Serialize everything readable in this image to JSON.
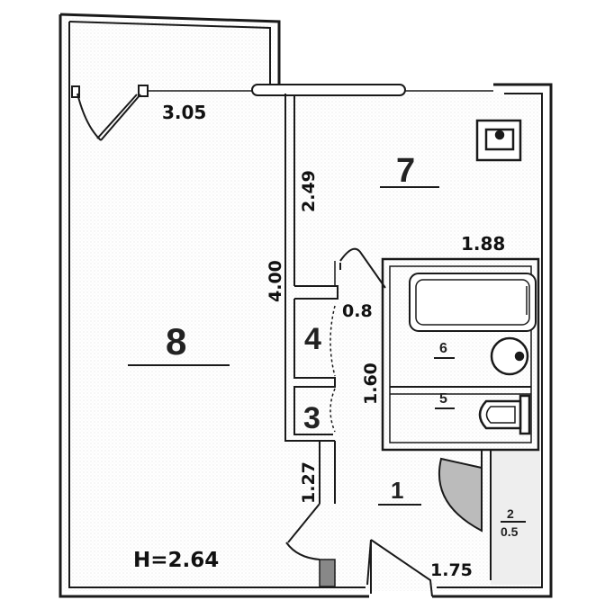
{
  "plan": {
    "rooms": {
      "r1": "1",
      "r2": "2",
      "r2_area": "0.5",
      "r3": "3",
      "r4": "4",
      "r5": "5",
      "r6": "6",
      "r7": "7",
      "r8": "8"
    },
    "dimensions": {
      "top_left": "3.05",
      "top_right": "1.88",
      "vert_249": "2.49",
      "vert_400": "4.00",
      "small_08": "0.8",
      "vert_160": "1.60",
      "vert_127": "1.27",
      "bottom_175": "1.75"
    },
    "ceiling_height": "H=2.64"
  }
}
